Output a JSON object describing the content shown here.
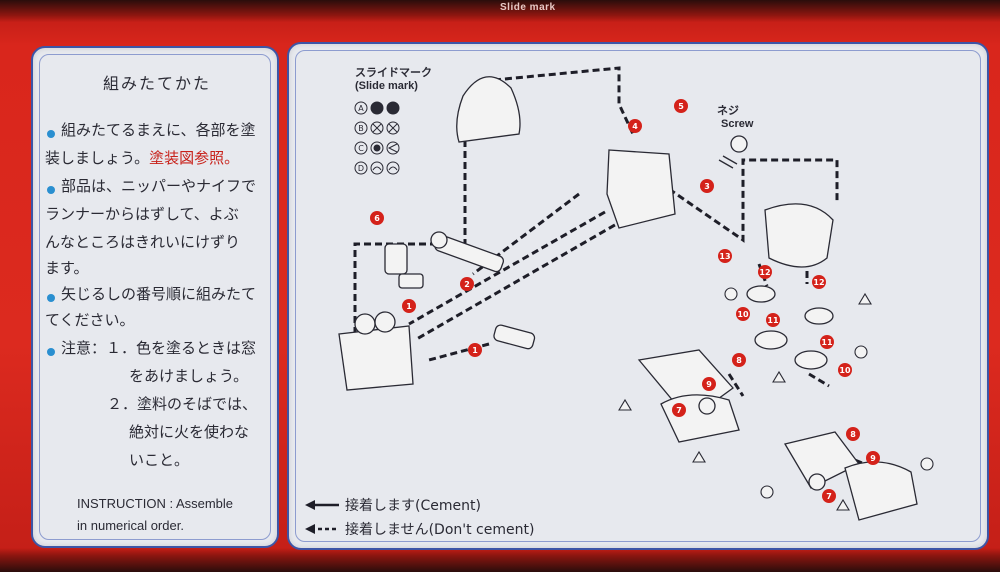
{
  "header": {
    "slide_tab": "Slide mark"
  },
  "instructions": {
    "title": "組みたてかた",
    "lines": [
      "組みたてるまえに、各部を塗",
      "装しましょう。",
      "塗装図参照。",
      "部品は、ニッパーやナイフで",
      "ランナーからはずして、よぶ",
      "んなところはきれいにけずり",
      "ます。",
      "矢じるしの番号順に組みたて",
      "てください。",
      "注意：１．色を塗るときは窓",
      "をあけましょう。",
      "２．塗料のそばでは、",
      "絶対に火を使わな",
      "いこと。"
    ],
    "english_1": "INSTRUCTION : Assemble",
    "english_2": "in numerical order."
  },
  "diagram": {
    "slide_mark_jp": "スライドマーク",
    "slide_mark_en": "(Slide mark)",
    "slide_letters": [
      "A",
      "B",
      "C",
      "D"
    ],
    "screw_jp": "ネジ",
    "screw_en": "Screw",
    "step_numbers": [
      "1",
      "1",
      "2",
      "3",
      "4",
      "5",
      "6",
      "7",
      "7",
      "8",
      "8",
      "9",
      "9",
      "10",
      "10",
      "11",
      "11",
      "12",
      "12",
      "13"
    ],
    "legend_cement": "接着します(Cement)",
    "legend_no_cement": "接着しません(Don't cement)"
  },
  "colors": {
    "box_red": "#d9261c",
    "panel": "#e7e9ee",
    "step_badge": "#d4221a",
    "bullet": "#2a8fd0",
    "accent_text": "#c8211a"
  }
}
